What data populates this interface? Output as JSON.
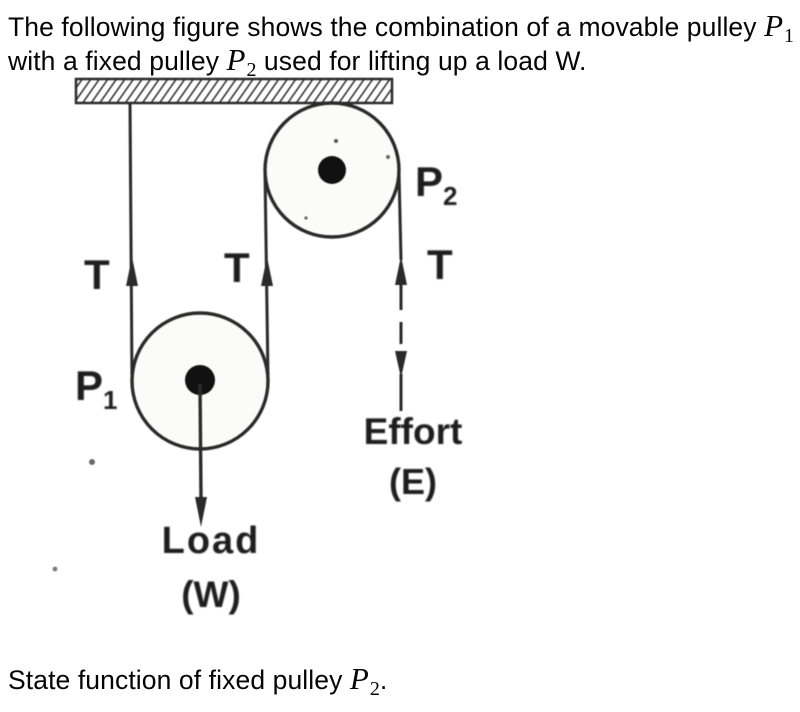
{
  "question": {
    "line1": {
      "text": "The following figure shows the combination of a movable pulley ",
      "math_base": "P",
      "math_sub": "1"
    },
    "line2": {
      "text": "with a fixed pulley ",
      "math_base": "P",
      "math_sub": "2",
      "text_after": " used for lifting up a load W."
    }
  },
  "figure": {
    "labels": {
      "tension_left": "T",
      "tension_middle": "T",
      "tension_right": "T",
      "pulley1_base": "P",
      "pulley1_sub": "1",
      "pulley2_base": "P",
      "pulley2_sub": "2",
      "effort_line1": "Effort",
      "effort_line2": "(E)",
      "load_line1": "Load",
      "load_line2": "(W)"
    },
    "colors": {
      "ink": "#2a2a2a",
      "pulley_fill": "#fbfbf9"
    }
  },
  "footer": {
    "text": "State function of fixed pulley ",
    "math_base": "P",
    "math_sub": "2",
    "text_after": "."
  }
}
